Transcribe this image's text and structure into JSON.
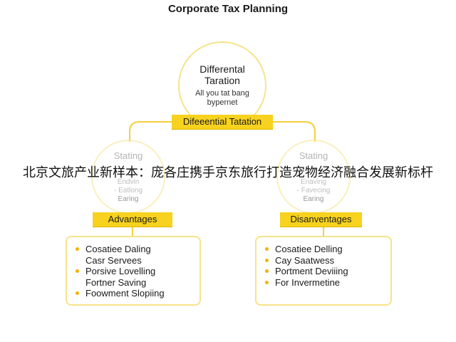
{
  "title": "Corporate Tax Planning",
  "top_node": {
    "heading_line1": "Differental",
    "heading_line2": "Taration",
    "sub_line1": "All you tat bang",
    "sub_line2": "bypernet"
  },
  "center_tag": "Difeeential Tatation",
  "left_node": {
    "heading": "Stating",
    "faint": "Endvin",
    "item1": "- Eatlong",
    "item2": "Earing"
  },
  "right_node": {
    "heading": "Stating",
    "faint": "Enaving",
    "item1": "- Favecing",
    "item2": "Earing"
  },
  "advantages": {
    "label": "Advantages",
    "items": [
      "Cosatiee Daling",
      "Casr Servees",
      "Porsive Lovelling",
      "Fortner Saving",
      "Foowment Slopiing"
    ]
  },
  "disadvantages": {
    "label": "Disanventages",
    "items": [
      "Cosatiee Delling",
      "Cay Saatwess",
      "Portment Deviiing",
      "For Invermetine"
    ]
  },
  "overlay_text": "北京文旅产业新样本：庞各庄携手京东旅行打造宠物经济融合发展新标杆",
  "colors": {
    "accent": "#f7d21e",
    "circle_border": "#f7e38a",
    "bullet": "#f0b400"
  }
}
